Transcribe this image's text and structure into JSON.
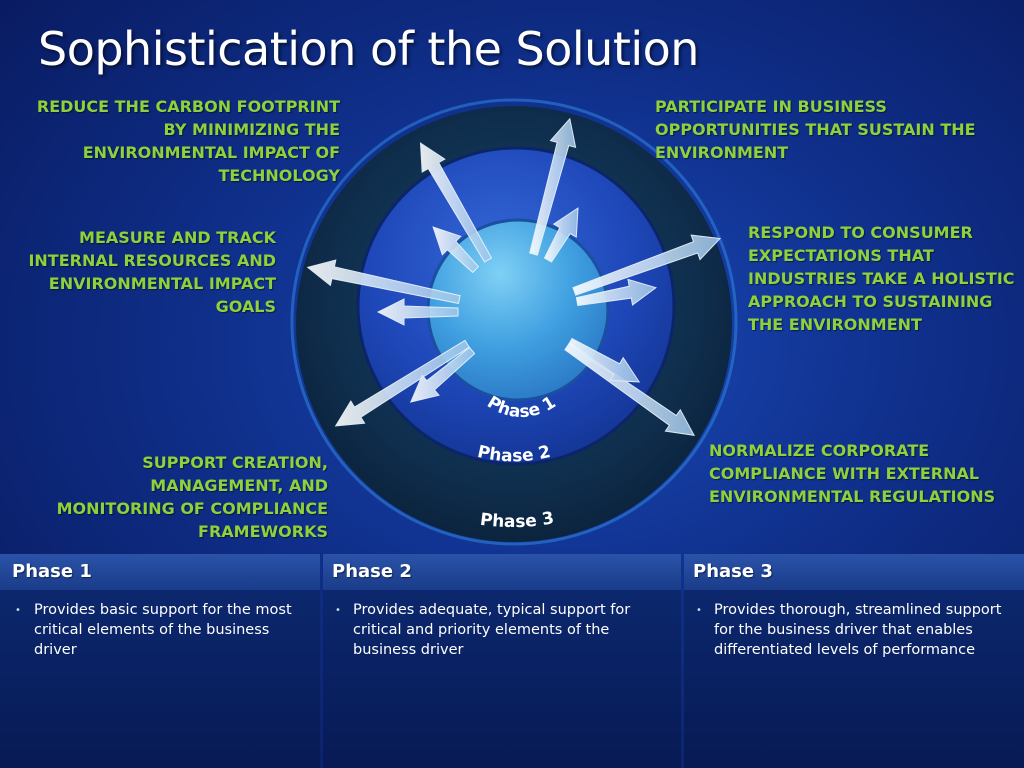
{
  "title": "Sophistication of the Solution",
  "goals": {
    "top_left": "REDUCE THE CARBON FOOTPRINT\nBY MINIMIZING THE\nENVIRONMENTAL IMPACT OF\nTECHNOLOGY",
    "mid_left": "MEASURE AND TRACK\nINTERNAL RESOURCES AND\nENVIRONMENTAL IMPACT\nGOALS",
    "bottom_left": "SUPPORT CREATION,\nMANAGEMENT, AND\nMONITORING OF COMPLIANCE\nFRAMEWORKS",
    "top_right": "PARTICIPATE IN BUSINESS\nOPPORTUNITIES THAT SUSTAIN THE\nENVIRONMENT",
    "mid_right": "RESPOND TO CONSUMER\nEXPECTATIONS THAT\nINDUSTRIES TAKE A HOLISTIC\nAPPROACH TO SUSTAINING\nTHE ENVIRONMENT",
    "bottom_right": "NORMALIZE CORPORATE\nCOMPLIANCE WITH EXTERNAL\nENVIRONMENTAL REGULATIONS"
  },
  "rings": {
    "phase1": "Phase 1",
    "phase2": "Phase 2",
    "phase3": "Phase 3"
  },
  "panels": [
    {
      "title": "Phase 1",
      "text": "Provides basic support for the most critical elements of the business driver"
    },
    {
      "title": "Phase 2",
      "text": "Provides adequate, typical support for critical and priority elements of the business driver"
    },
    {
      "title": "Phase 3",
      "text": "Provides thorough, streamlined support for the business driver that enables differentiated levels of performance"
    }
  ],
  "colors": {
    "goal_text": "#8fd13b",
    "outer_ring": "#0e2e4e",
    "middle_ring": "#1e47b8",
    "inner_circle": "#4aaee8",
    "arrow": "#c9e0f2"
  }
}
